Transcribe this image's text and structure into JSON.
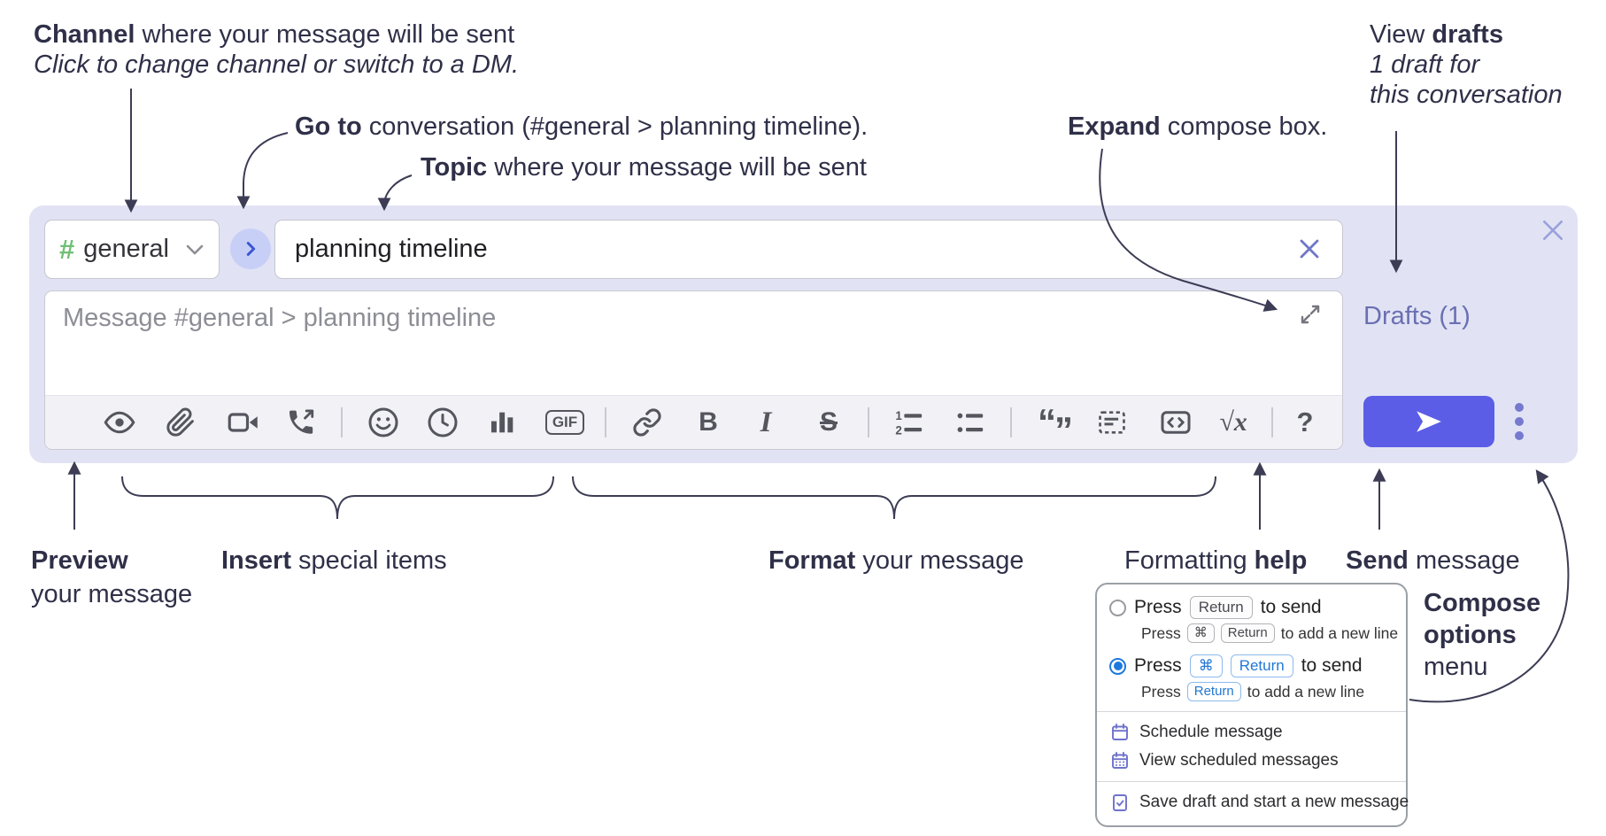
{
  "colors": {
    "panel_bg": "#e1e3f4",
    "send_button": "#5b5de6",
    "drafts_link": "#6a6fb2",
    "channel_hash_green": "#6fbf73",
    "kbd_blue": "#2277d4",
    "radio_selected_blue": "#1e79dd",
    "annotation_ink": "#2f3048"
  },
  "annotations": {
    "channel_line1_bold": "Channel",
    "channel_line1_rest": " where your message will be sent",
    "channel_line2_italic": "Click to change channel or switch to a DM.",
    "goto_bold": "Go to",
    "goto_rest": " conversation (#general > planning timeline).",
    "topic_bold": "Topic",
    "topic_rest": " where your message will be sent",
    "expand_bold": "Expand",
    "expand_rest": " compose box.",
    "drafts_line1_pre": "View ",
    "drafts_line1_bold": "drafts",
    "drafts_line2_italic": "1 draft for",
    "drafts_line3_italic": "this conversation",
    "preview_bold": "Preview",
    "preview_rest": "your message",
    "insert_bold": "Insert",
    "insert_rest": " special items",
    "format_bold": "Format",
    "format_rest": " your message",
    "help_pre": "Formatting ",
    "help_bold": "help",
    "send_bold": "Send",
    "send_rest": " message",
    "options_bold1": "Compose",
    "options_bold2": "options",
    "options_rest": "menu"
  },
  "compose": {
    "channel_hash": "#",
    "channel_name": "general",
    "topic_value": "planning timeline",
    "message_placeholder": "Message #general > planning timeline",
    "drafts_label": "Drafts (1)"
  },
  "toolbar": {
    "gif": "GIF",
    "bold": "B",
    "italic": "I",
    "strike": "S",
    "math": "√x",
    "help": "?",
    "quote_open": "“",
    "quote_close": "”"
  },
  "options_menu": {
    "enter_sends": {
      "pre": "Press",
      "key": "Return",
      "post": "to send",
      "sub_pre": "Press",
      "sub_key1": "⌘",
      "sub_key2": "Return",
      "sub_post": "to add a new line"
    },
    "cmd_enter_sends": {
      "pre": "Press",
      "key1": "⌘",
      "key2": "Return",
      "post": "to send",
      "sub_pre": "Press",
      "sub_key": "Return",
      "sub_post": "to add a new line"
    },
    "items": [
      "Schedule message",
      "View scheduled messages",
      "Save draft and start a new message"
    ]
  }
}
